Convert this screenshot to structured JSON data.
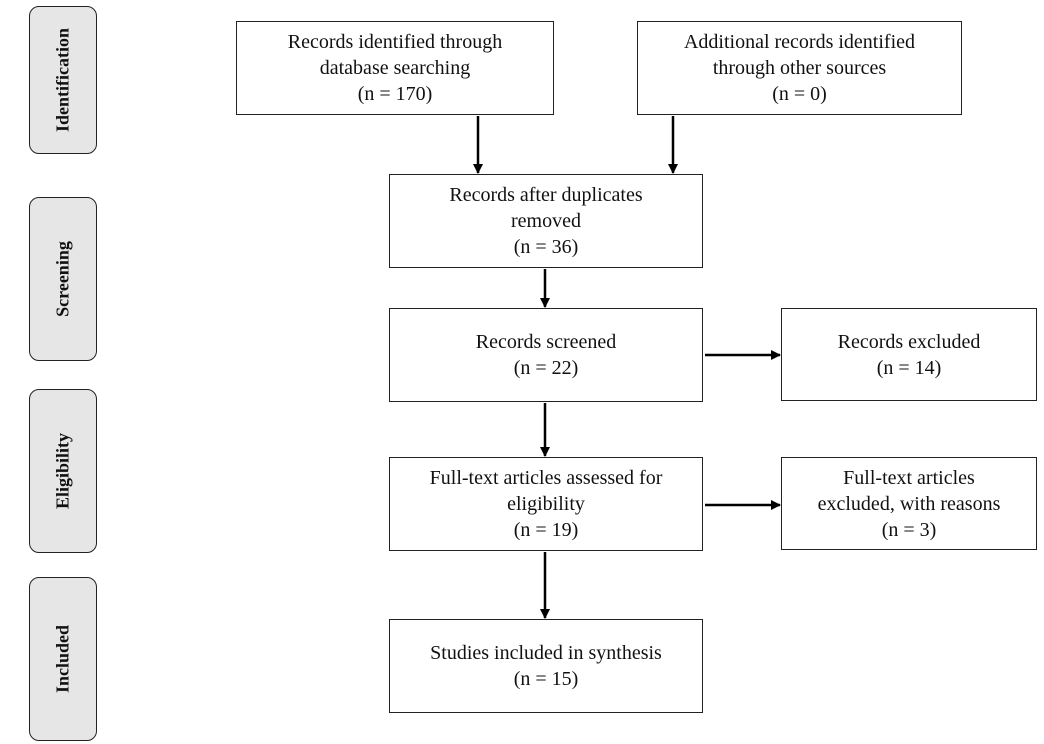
{
  "stages": {
    "identification": "Identification",
    "screening": "Screening",
    "eligibility": "Eligibility",
    "included": "Included"
  },
  "boxes": {
    "db_search": {
      "line1": "Records identified through",
      "line2": "database searching",
      "count": "(n = 170)"
    },
    "other_sources": {
      "line1": "Additional records identified",
      "line2": "through other sources",
      "count": "(n = 0)"
    },
    "after_duplicates": {
      "line1": "Records after duplicates",
      "line2": "removed",
      "count": "(n = 36)"
    },
    "screened": {
      "line1": "Records screened",
      "count": "(n = 22)"
    },
    "excluded": {
      "line1": "Records excluded",
      "count": "(n = 14)"
    },
    "fulltext_assessed": {
      "line1": "Full-text articles assessed for",
      "line2": "eligibility",
      "count": "(n = 19)"
    },
    "fulltext_excluded": {
      "line1": "Full-text articles",
      "line2": "excluded, with reasons",
      "count": "(n = 3)"
    },
    "included": {
      "line1": "Studies included in synthesis",
      "count": "(n = 15)"
    }
  }
}
